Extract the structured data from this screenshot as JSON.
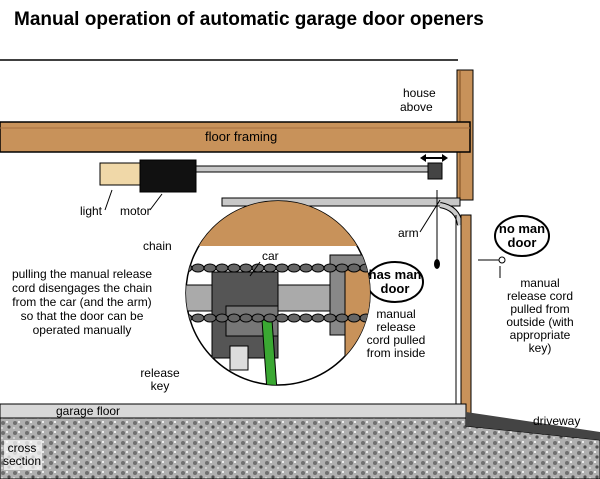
{
  "title": "Manual operation of automatic garage door openers",
  "labels": {
    "house_above": [
      "house",
      "above"
    ],
    "floor_framing": "floor framing",
    "light": "light",
    "motor": "motor",
    "arm_top": "arm",
    "chain": "chain",
    "car": "car",
    "release_key": [
      "release",
      "key"
    ],
    "arm_detail": "arm",
    "explanation": [
      "pulling the manual release",
      "cord disengages the chain",
      "from the car (and the arm)",
      "so that the door can be",
      "operated manually"
    ],
    "has_man_door": [
      "has man",
      "door"
    ],
    "no_man_door": [
      "no man",
      "door"
    ],
    "cord_inside": [
      "manual",
      "release",
      "cord pulled",
      "from inside"
    ],
    "cord_outside": [
      "manual",
      "release cord",
      "pulled from",
      "outside (with",
      "appropriate",
      "key)"
    ],
    "garage_floor": "garage floor",
    "driveway": "driveway",
    "cross_section": [
      "cross",
      "section"
    ]
  },
  "colors": {
    "wood": "#c8925a",
    "wood_dark": "#7a4a1e",
    "gravel": "#a8a8a8",
    "concrete": "#d8d8d8",
    "arm_green": "#3aa832",
    "motor_black": "#111111",
    "rail_gray": "#c8c8c8"
  }
}
